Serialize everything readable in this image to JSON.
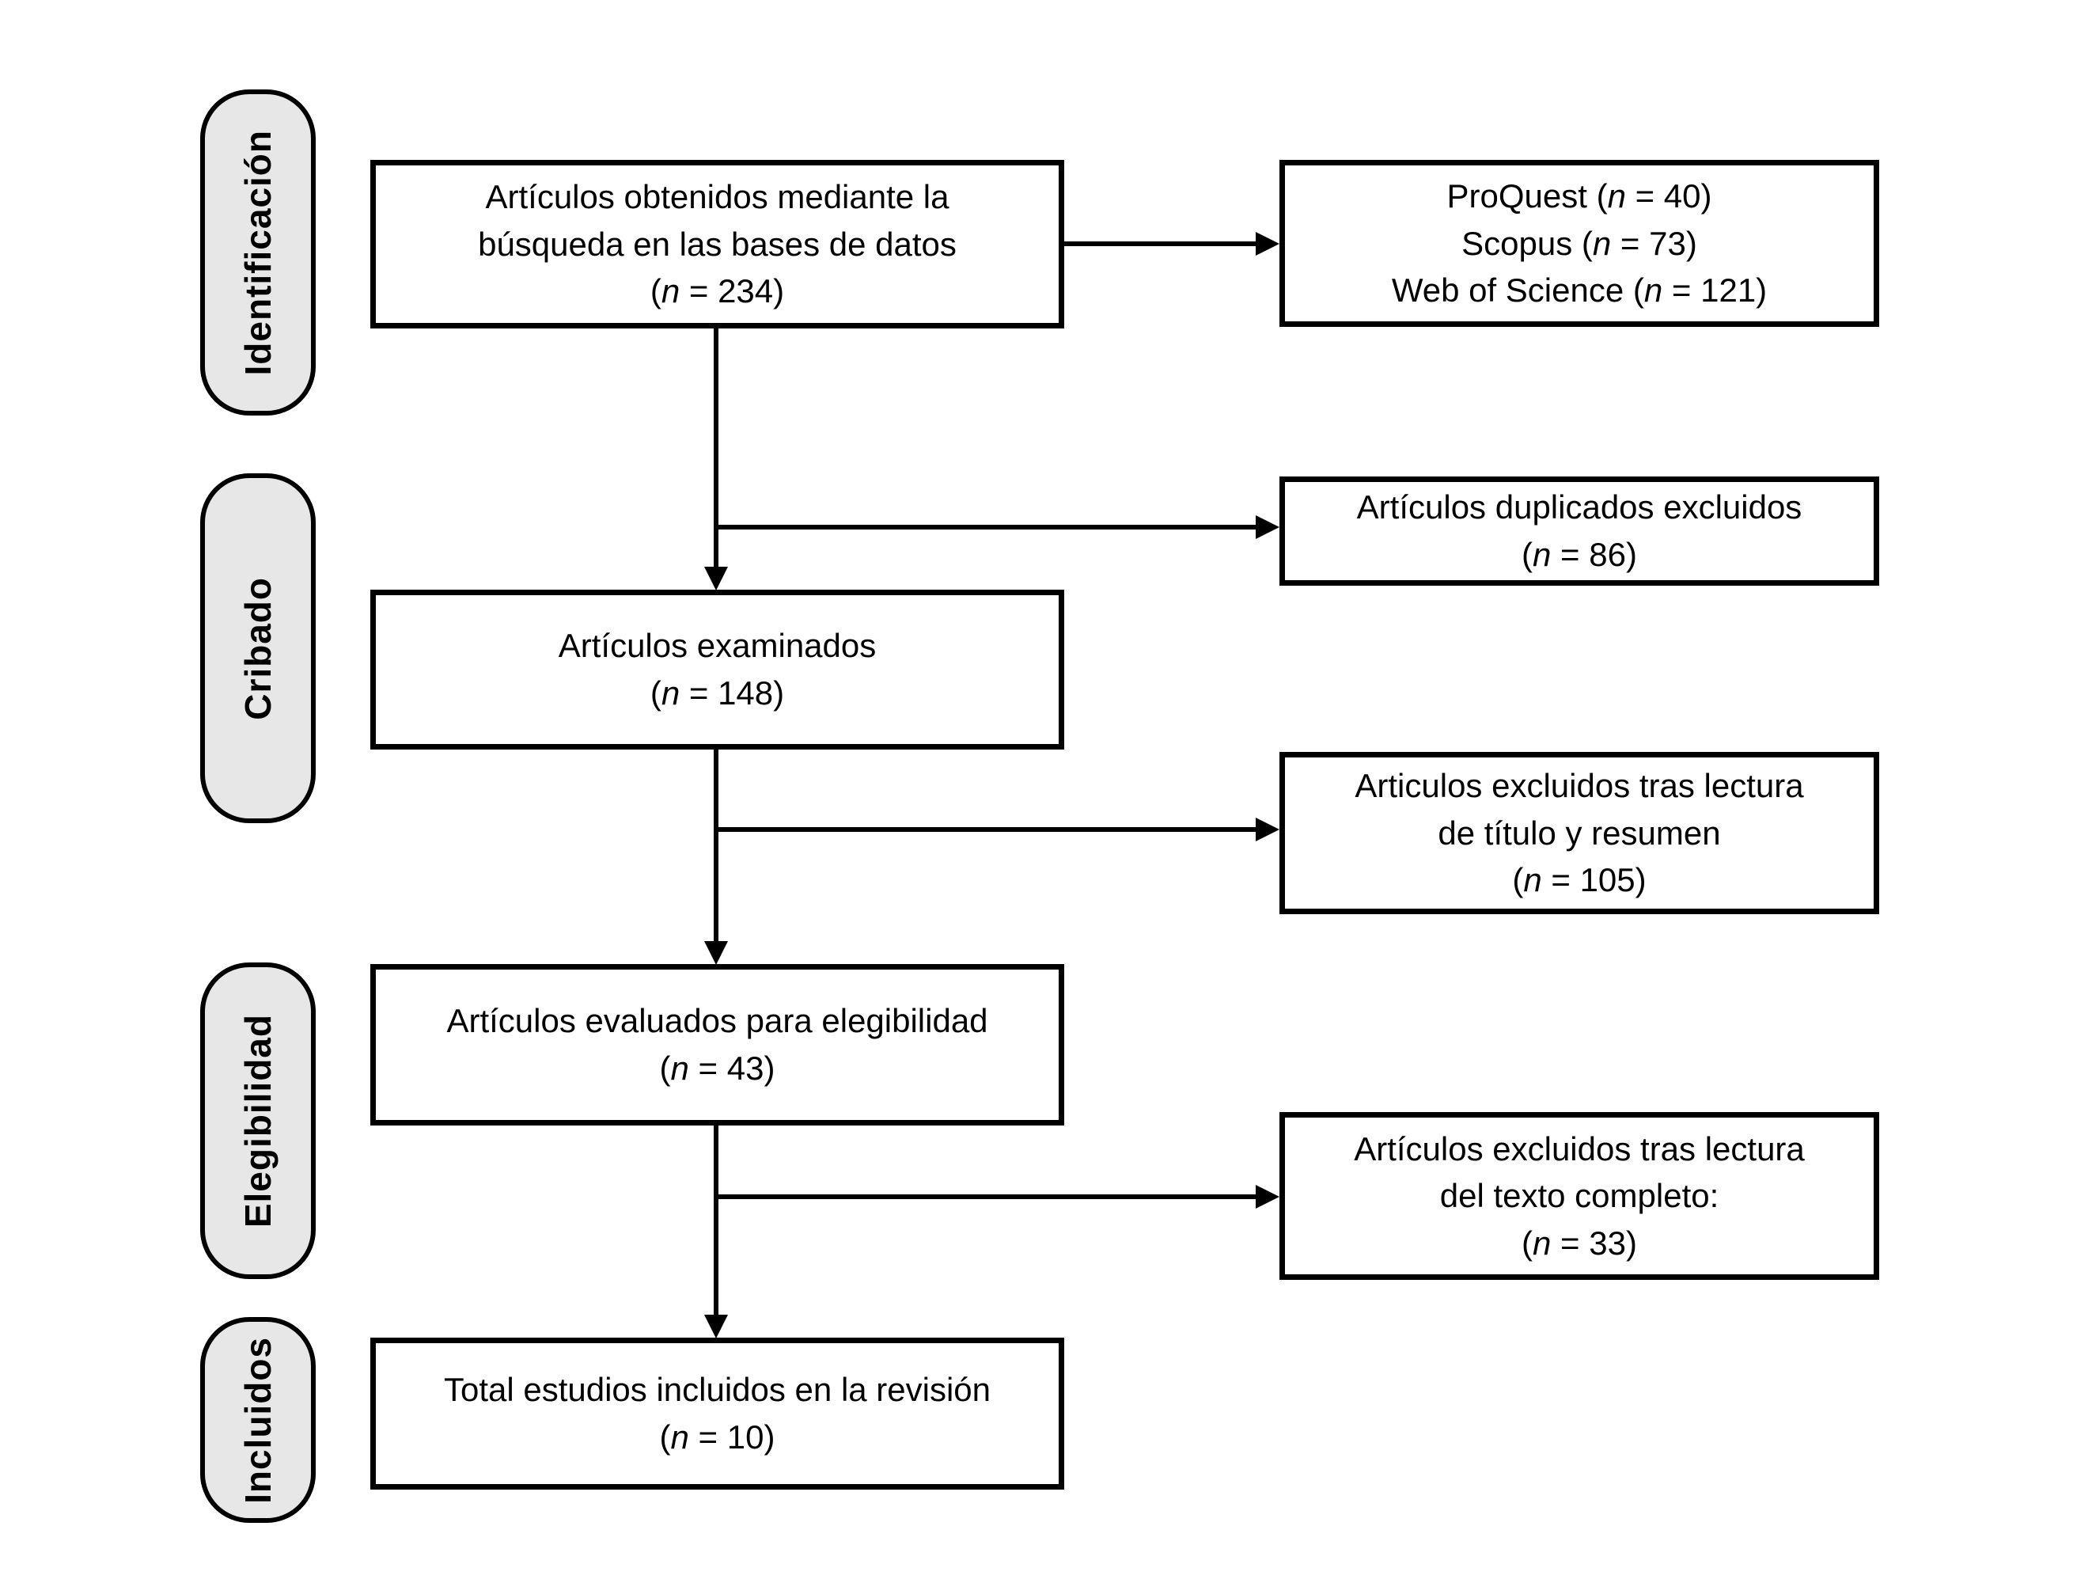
{
  "flow": {
    "stages": [
      {
        "label": "Identificación"
      },
      {
        "label": "Cribado"
      },
      {
        "label": "Elegibilidad"
      },
      {
        "label": "Incluidos"
      }
    ],
    "main_boxes": [
      {
        "lines": [
          "Artículos obtenidos mediante la",
          "búsqueda en las bases de datos"
        ],
        "count": "(n = 234)"
      },
      {
        "lines": [
          "Artículos examinados"
        ],
        "count": "(n = 148)"
      },
      {
        "lines": [
          "Artículos evaluados para elegibilidad"
        ],
        "count": "(n = 43)"
      },
      {
        "lines": [
          "Total estudios incluidos en la revisión"
        ],
        "count": "(n = 10)"
      }
    ],
    "side_boxes": [
      {
        "lines": [
          "ProQuest (n = 40)",
          "Scopus (n = 73)",
          "Web of Science (n = 121)"
        ]
      },
      {
        "lines": [
          "Artículos duplicados excluidos",
          "(n = 86)"
        ]
      },
      {
        "lines": [
          "Articulos excluidos tras lectura",
          "de título y resumen",
          "(n = 105)"
        ]
      },
      {
        "lines": [
          "Artículos excluidos tras lectura",
          "del texto completo:",
          "(n = 33)"
        ]
      }
    ],
    "colors": {
      "stage_fill": "#e7e7e7",
      "line": "#000000",
      "box_fill": "#ffffff"
    }
  }
}
